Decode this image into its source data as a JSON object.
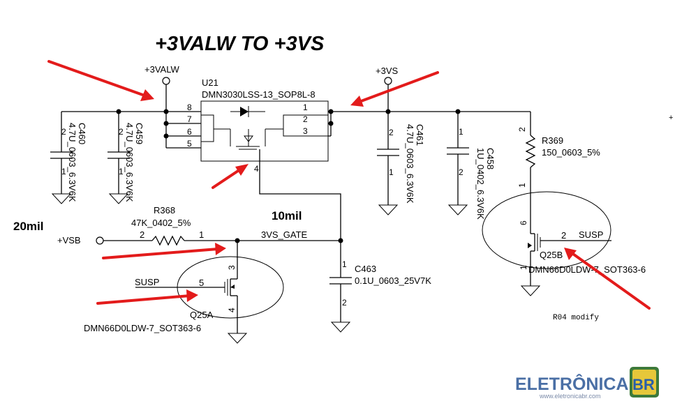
{
  "title": "+3VALW TO +3VS",
  "rails": {
    "alw": "+3VALW",
    "vs": "+3VS",
    "vsb": "+VSB"
  },
  "u21": {
    "ref": "U21",
    "part": "DMN3030LSS-13_SOP8L-8",
    "pins_left": [
      "8",
      "7",
      "6",
      "5"
    ],
    "pins_right": [
      "1",
      "2",
      "3"
    ],
    "pin_gate": "4"
  },
  "caps": [
    {
      "ref": "C460",
      "value": "4.7U_0603_6.3V6K",
      "p_top": "2",
      "p_bot": "1"
    },
    {
      "ref": "C459",
      "value": "4.7U_0603_6.3V6K",
      "p_top": "2",
      "p_bot": "1"
    },
    {
      "ref": "C461",
      "value": "4.7U_0603_6.3V6K",
      "p_top": "2",
      "p_bot": "1"
    },
    {
      "ref": "C458",
      "value": "1U_0402_6.3V6K",
      "p_top": "1",
      "p_bot": "2"
    },
    {
      "ref": "C463",
      "value": "0.1U_0603_25V7K",
      "p_top": "1",
      "p_bot": "2"
    }
  ],
  "r368": {
    "ref": "R368",
    "value": "47K_0402_5%",
    "p1": "2",
    "p2": "1"
  },
  "r369": {
    "ref": "R369",
    "value": "150_0603_5%",
    "p_top": "2",
    "p_bot": "1"
  },
  "q25a": {
    "ref": "Q25A",
    "part": "DMN66D0LDW-7_SOT363-6",
    "signal": "SUSP",
    "pin_d": "3",
    "pin_g": "5",
    "pin_s": "4"
  },
  "q25b": {
    "ref": "Q25B",
    "part": "DMN66D0LDW-7_SOT363-6",
    "signal": "SUSP",
    "pin_d": "6",
    "pin_g": "2",
    "pin_s": "1"
  },
  "net_gate": "3VS_GATE",
  "notes": {
    "w10": "10mil",
    "w20": "20mil",
    "r04": "R04 modify",
    "plus": "+"
  },
  "watermark": {
    "brand": "ELETRÔNICA",
    "badge": "BR",
    "url": "www.eletronicabr.com"
  },
  "colors": {
    "arrow": "#e31b1b",
    "brand": "#4a6fa5"
  }
}
